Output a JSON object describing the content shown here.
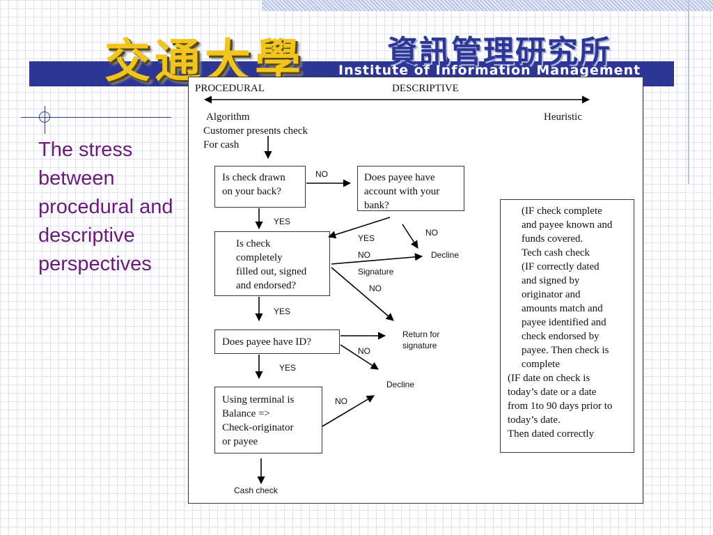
{
  "header": {
    "university_name": "交通大學",
    "institute_name_cn": "資訊管理研究所",
    "institute_name_en": "Institute of Information Management"
  },
  "slide_title": "The stress between procedural and descriptive perspectives",
  "diagram": {
    "spectrum": {
      "left_label": "PROCEDURAL",
      "right_label": "DESCRIPTIVE",
      "left_end": "Algorithm",
      "right_end": "Heuristic"
    },
    "start_text": "Customer presents check\nFor cash",
    "boxes": {
      "drawn_on_bank": "Is check drawn\non your back?",
      "payee_account": "Does payee have\naccount with your\nbank?",
      "filled_out": "Is check\ncompletely\nfilled out, signed\nand endorsed?",
      "payee_id": "Does payee have ID?",
      "terminal": "Using terminal is\nBalance =>\nCheck-originator\nor payee",
      "heuristic_rules": "(IF check complete\nand payee known and\nfunds covered.\nTech cash check\n(IF correctly dated\nand signed by\noriginator and\namounts match and\npayee identified and\ncheck endorsed by\npayee. Then check is\ncomplete",
      "heuristic_rules_tail": "(IF date on check is\ntoday’s date or a date\nfrom 1to 90 days prior to\ntoday’s date.\nThen dated correctly"
    },
    "labels": {
      "no_1": "NO",
      "yes_1": "YES",
      "yes_2": "YES",
      "no_2": "NO",
      "no_3": "NO",
      "signature": "Signature",
      "no_4": "NO",
      "yes_3": "YES",
      "return_for_signature": "Return for\nsignature",
      "no_5": "NO",
      "yes_4": "YES",
      "decline_1": "Decline",
      "decline_2": "Decline",
      "no_6": "NO",
      "cash_check": "Cash check"
    }
  }
}
